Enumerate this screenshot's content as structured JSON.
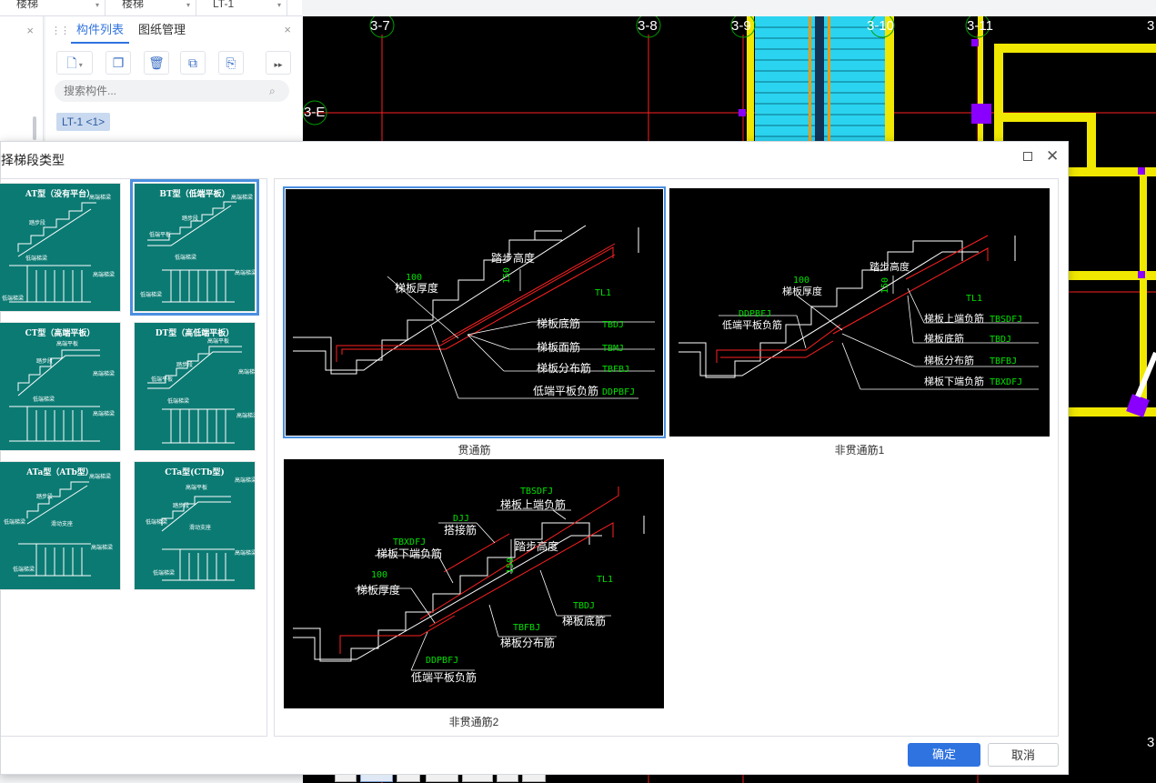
{
  "top_dropdowns": [
    "楼梯",
    "楼梯",
    "LT-1"
  ],
  "left_panel": {
    "close": "×"
  },
  "component_panel": {
    "tabs": [
      "构件列表",
      "图纸管理"
    ],
    "close": "×",
    "search_placeholder": "搜索构件...",
    "selected_item": "LT-1 <1>"
  },
  "cad": {
    "axes": [
      "3-7",
      "3-8",
      "3-9",
      "3-10",
      "3-11",
      "3"
    ],
    "row_axis": "3-E",
    "right_bottom_label": "3"
  },
  "dialog": {
    "title": "择梯段类型",
    "types": [
      {
        "title": "AT型（没有平台）",
        "labels": [
          "高端梯梁",
          "踏步段",
          "低端梯梁",
          "高端梯梁",
          "低端梯梁"
        ]
      },
      {
        "title": "BT型（低端平板）",
        "labels": [
          "高端梯梁",
          "踏步段",
          "低端平板",
          "低端梯梁",
          "高端梯梁",
          "低端梯梁"
        ]
      },
      {
        "title": "CT型（高端平板）",
        "labels": [
          "高端平板",
          "踏步段",
          "高端梯梁",
          "低端梯梁",
          "高端梯梁"
        ]
      },
      {
        "title": "DT型（高低端平板）",
        "labels": [
          "高端平板",
          "踏步段",
          "高端梯梁",
          "低端平板",
          "低端梯梁",
          "高端梯梁"
        ]
      },
      {
        "title": "ATa型（ATb型）",
        "labels": [
          "高端梯梁",
          "踏步段",
          "低端梯梁",
          "滑动支座",
          "高端梯梁",
          "低端梯梁"
        ]
      },
      {
        "title": "CTa型(CTb型)",
        "labels": [
          "高端梯梁",
          "高端平板",
          "踏步段",
          "低端梯梁",
          "滑动支座",
          "高端梯梁",
          "低端梯梁"
        ]
      }
    ],
    "previews": [
      {
        "caption": "贯通筋",
        "dim_100": "100",
        "thickness": "梯板厚度",
        "step_height": "踏步高度",
        "dim_150": "150",
        "tl": "TL1",
        "rebars": [
          {
            "cn": "梯板底筋",
            "code": "TBDJ"
          },
          {
            "cn": "梯板面筋",
            "code": "TBMJ"
          },
          {
            "cn": "梯板分布筋",
            "code": "TBFBJ"
          },
          {
            "cn": "低端平板负筋",
            "code": "DDPBFJ"
          }
        ]
      },
      {
        "caption": "非贯通筋1",
        "dim_100": "100",
        "thickness": "梯板厚度",
        "step_height": "踏步高度",
        "dim_150": "150",
        "tl": "TL1",
        "left_code": "DDPBFJ",
        "left_cn": "低端平板负筋",
        "rebars": [
          {
            "cn": "梯板上端负筋",
            "code": "TBSDFJ"
          },
          {
            "cn": "梯板底筋",
            "code": "TBDJ"
          },
          {
            "cn": "梯板分布筋",
            "code": "TBFBJ"
          },
          {
            "cn": "梯板下端负筋",
            "code": "TBXDFJ"
          }
        ]
      },
      {
        "caption": "非贯通筋2",
        "top_code": "TBSDFJ",
        "top_cn": "梯板上端负筋",
        "dj_code": "DJJ",
        "dj_cn": "搭接筋",
        "xd_code": "TBXDFJ",
        "xd_cn": "梯板下端负筋",
        "dim_100": "100",
        "thickness": "梯板厚度",
        "step_height": "踏步高度",
        "dim_150": "150",
        "tl": "TL1",
        "tbdj_code": "TBDJ",
        "tbdj_cn": "梯板底筋",
        "fbj_code": "TBFBJ",
        "fbj_cn": "梯板分布筋",
        "ddp_code": "DDPBFJ",
        "ddp_cn": "低端平板负筋"
      }
    ],
    "ok": "确定",
    "cancel": "取消"
  },
  "colors": {
    "accent": "#2f73e0",
    "thumb_bg": "#0b7a73",
    "rebar_code": "#00e000",
    "rebar_line": "#ff2020"
  }
}
